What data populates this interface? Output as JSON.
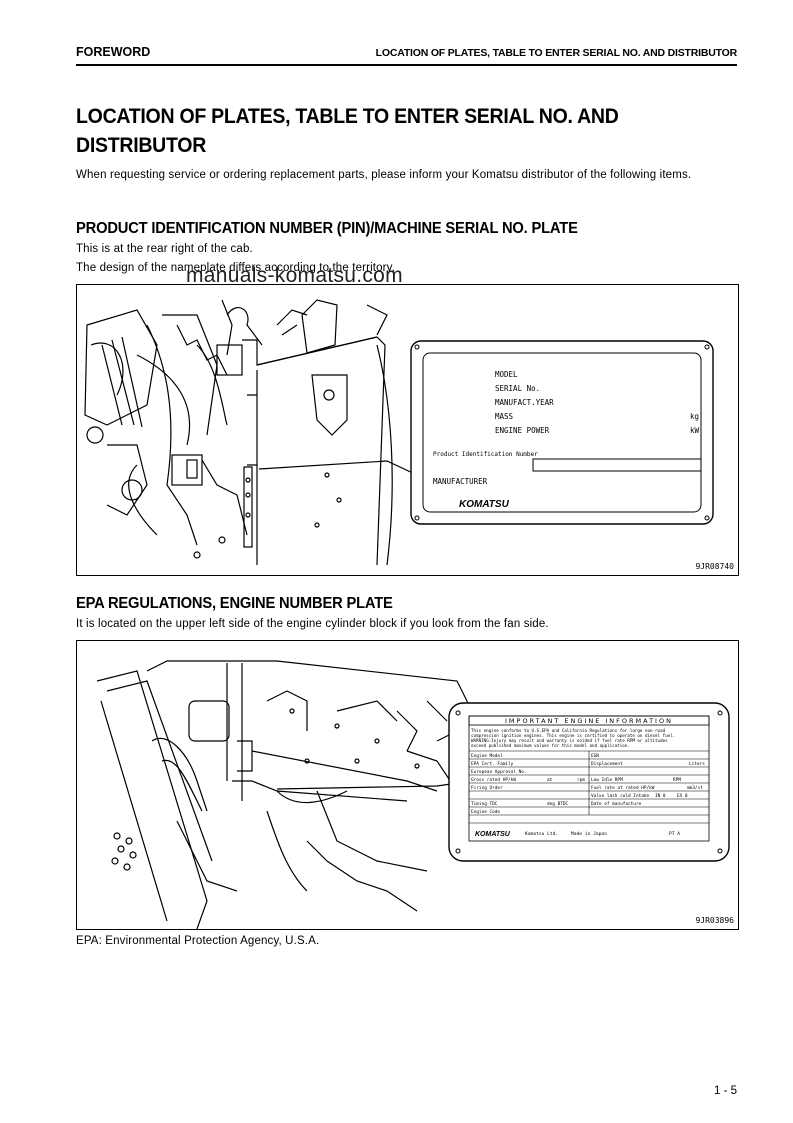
{
  "header": {
    "left": "FOREWORD",
    "right": "LOCATION OF PLATES, TABLE TO ENTER SERIAL NO. AND DISTRIBUTOR"
  },
  "title_line1": "LOCATION OF PLATES, TABLE TO ENTER SERIAL NO. AND",
  "title_line2": "DISTRIBUTOR",
  "intro": "When requesting service or ordering replacement parts, please inform your Komatsu distributor of the following items.",
  "section1": {
    "heading": "PRODUCT IDENTIFICATION NUMBER (PIN)/MACHINE SERIAL NO. PLATE",
    "line1": "This is at the rear right of the cab.",
    "line2": "The design of the nameplate differs according to the territory.",
    "figure_code": "9JR08740",
    "plate": {
      "model": "MODEL",
      "serial": "SERIAL No.",
      "year": "MANUFACT.YEAR",
      "mass": "MASS",
      "mass_unit": "kg",
      "power": "ENGINE POWER",
      "power_unit": "kW",
      "pin": "Product Identification Number",
      "manufacturer": "MANUFACTURER",
      "brand": "KOMATSU"
    }
  },
  "watermark": "manuals-komatsu.com",
  "section2": {
    "heading": "EPA REGULATIONS, ENGINE NUMBER PLATE",
    "line1": "It is located on the upper left side of the engine cylinder block if you look from the fan side.",
    "figure_code": "9JR03896",
    "plate": {
      "title": "IMPORTANT ENGINE INFORMATION",
      "body1": "This engine conforms to       U.S.EPA and California Regulations for large non-road",
      "body2": "compression ignition engines. This engine is certified to operate on diesel fuel.",
      "body3": "WARNING:Injury may result and warranty is voided if fuel rate RPM or altitudes",
      "body4": "exceed published maximum values for this model and application.",
      "r1a": "Engine Model",
      "r1b": "ESN",
      "r2a": "EPA Cert. Family",
      "r2b": "Displacement",
      "r2c": "Liters",
      "r3a": "European Approval No.",
      "r4a": "Gross rated HP/kW",
      "r4b": "at",
      "r4c": "rpm",
      "r4d": "Low Idle RPM",
      "r4e": "RPM",
      "r5a": "Firing Order",
      "r5b": "Fuel rate at rated HP/kW",
      "r5c": "mm3/st",
      "r6b": "Valve lash cold Intake",
      "r6c": "IN 0",
      "r6d": "EX 0",
      "r7a": "Timing-TDC",
      "r7b": "deg BTDC",
      "r7c": "Date of manufacture",
      "r8a": "Engine Code",
      "brand": "KOMATSU",
      "maker": "Komatsu Ltd.",
      "made": "Made in Japan",
      "pt": "PT  A"
    }
  },
  "footnote": "EPA: Environmental Protection Agency, U.S.A.",
  "page_number": "1 - 5"
}
